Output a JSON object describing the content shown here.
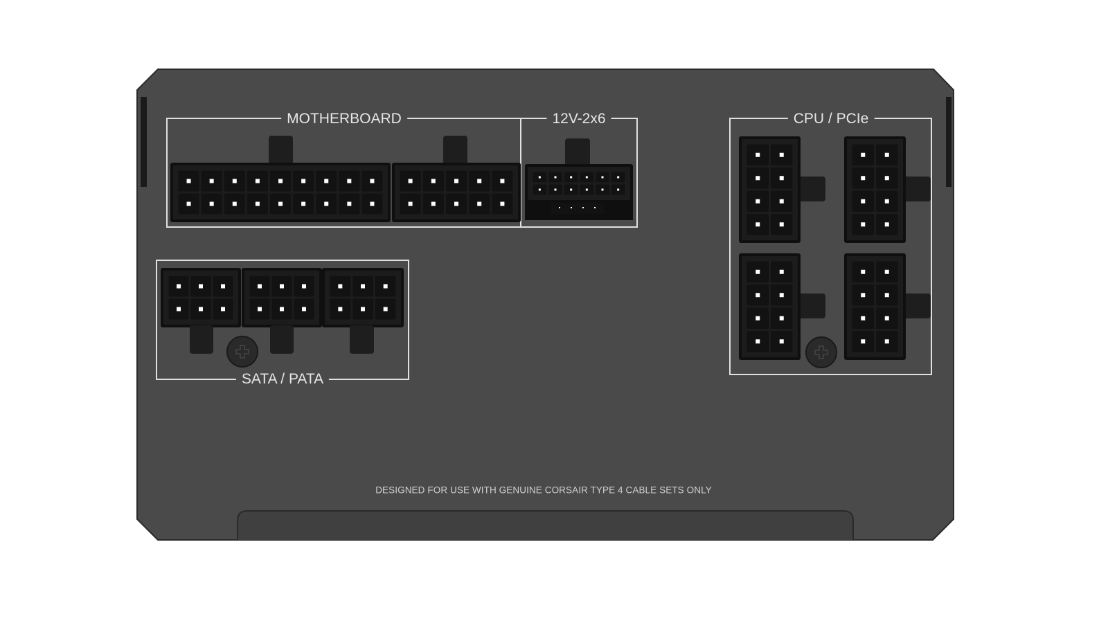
{
  "product": {
    "description_label": "DESIGNED FOR USE WITH GENUINE CORSAIR TYPE 4 CABLE SETS ONLY"
  },
  "groups": {
    "motherboard": {
      "label": "MOTHERBOARD"
    },
    "gpu_12v": {
      "label": "12V-2x6"
    },
    "cpu_pcie": {
      "label": "CPU / PCIe"
    },
    "sata_pata": {
      "label": "SATA / PATA"
    }
  },
  "connectors": {
    "motherboard_main": {
      "cols": 9,
      "rows": 2
    },
    "motherboard_aux": {
      "cols": 5,
      "rows": 2
    },
    "gpu_12v2x6": {
      "cols": 6,
      "rows": 2,
      "sense_pins": 4
    },
    "sata_pata": [
      {
        "cols": 3,
        "rows": 2
      },
      {
        "cols": 3,
        "rows": 2
      },
      {
        "cols": 3,
        "rows": 2
      }
    ],
    "cpu_pcie": [
      {
        "cols": 2,
        "rows": 4
      },
      {
        "cols": 2,
        "rows": 4
      },
      {
        "cols": 2,
        "rows": 4
      },
      {
        "cols": 2,
        "rows": 4
      }
    ]
  },
  "colors": {
    "chassis": "#4a4a4a",
    "connector": "#1c1c1c",
    "socket": "#121212",
    "outline": "#e0e0e0",
    "pin": "#ffffff"
  }
}
